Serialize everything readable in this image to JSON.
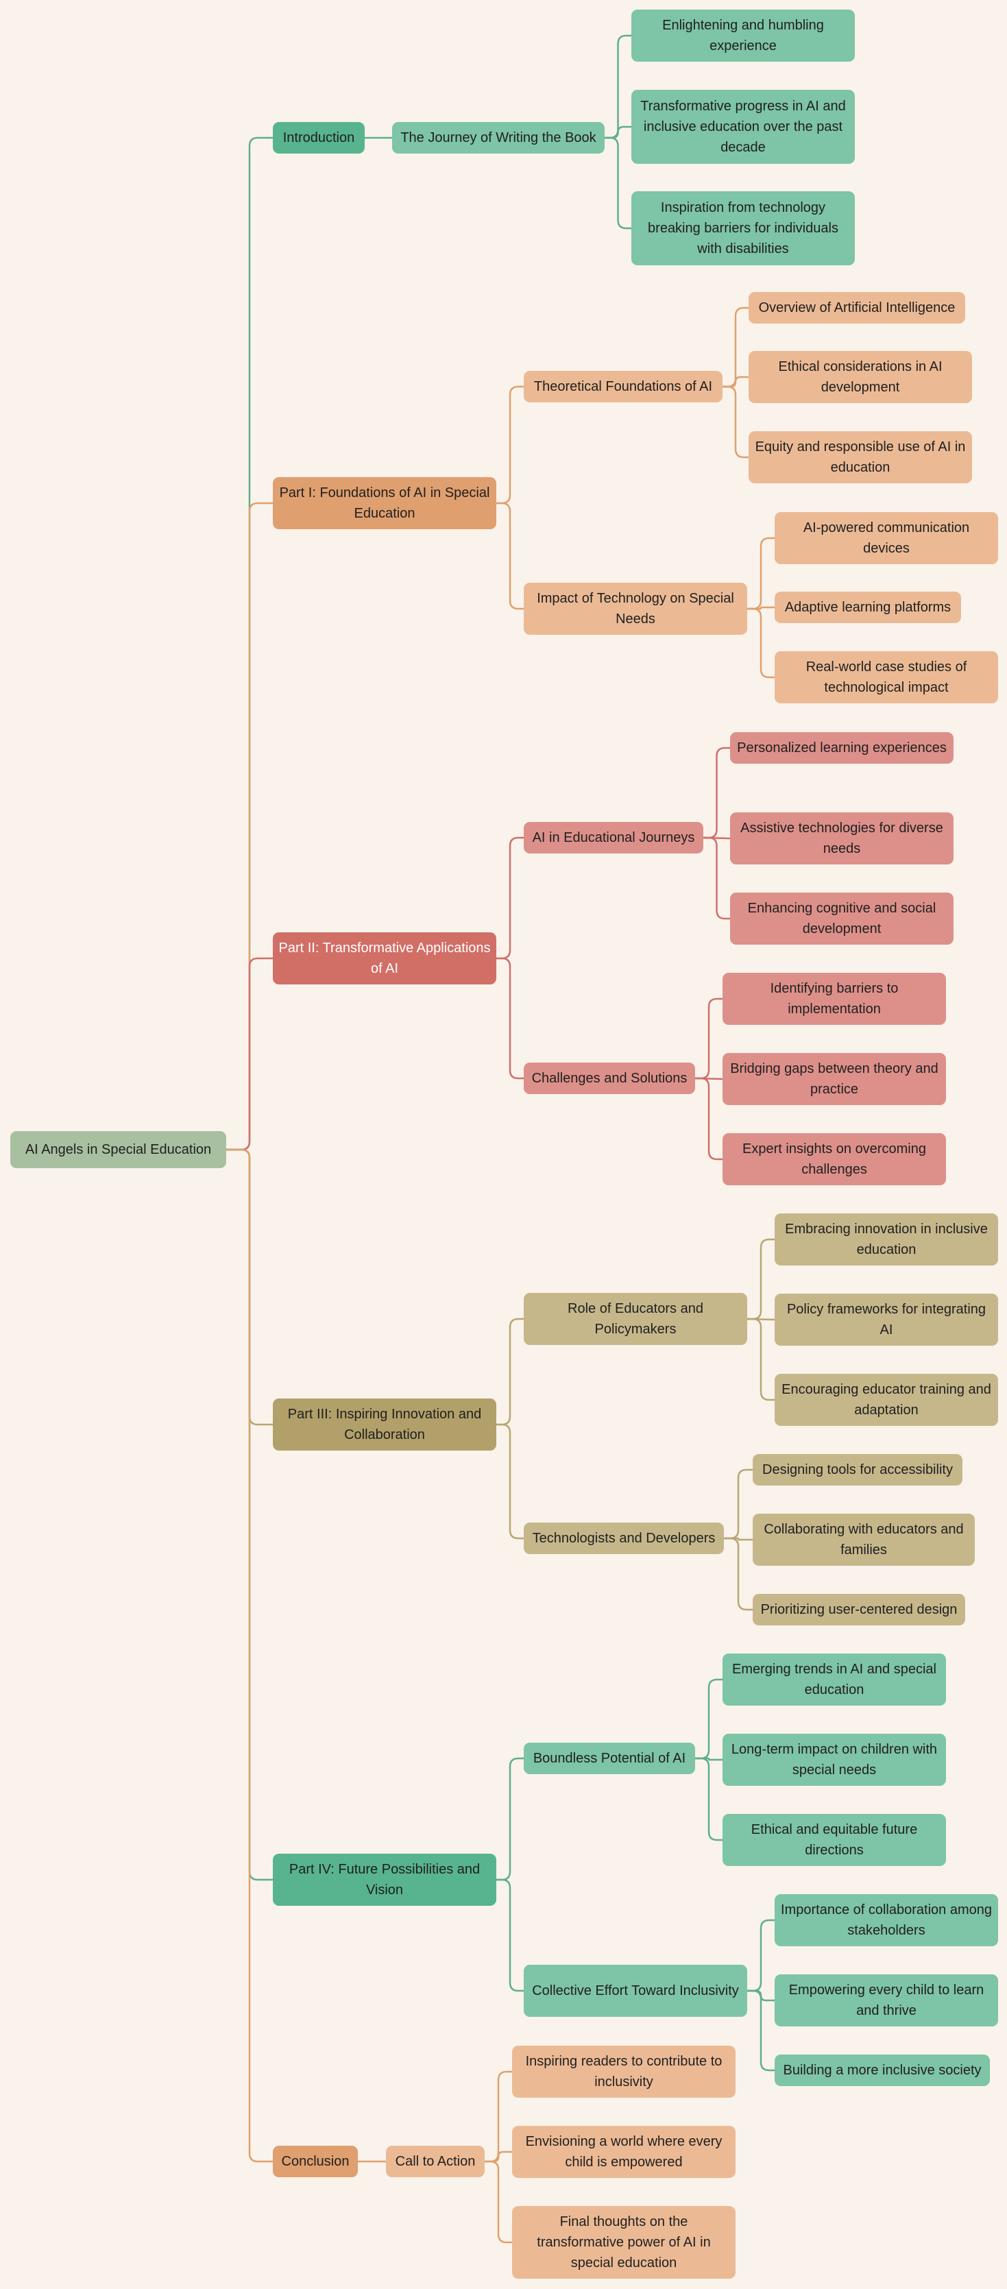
{
  "colors": {
    "background": "#f9f3ec",
    "root": "#a9c0a0",
    "green_main": "#58b48e",
    "green_sub": "#7ec4a6",
    "green_line": "#5fae8a",
    "orange_main": "#df9f6f",
    "orange_sub": "#ebba95",
    "orange_line": "#e0a06c",
    "red_main": "#d16e66",
    "red_sub": "#dd908a",
    "red_line": "#d0706a",
    "olive_main": "#b2a06a",
    "olive_sub": "#c6b78b",
    "olive_line": "#b8a670"
  },
  "mindmap": {
    "root": "AI Angels in Special Education",
    "branches": [
      {
        "label": "Introduction",
        "color": "green",
        "subs": [
          {
            "label": "The Journey of Writing the Book",
            "leaves": [
              "Enlightening and humbling experience",
              "Transformative progress in AI and inclusive education over the past decade",
              "Inspiration from technology breaking barriers for individuals with disabilities"
            ]
          }
        ]
      },
      {
        "label": "Part I: Foundations of AI in Special Education",
        "color": "orange",
        "subs": [
          {
            "label": "Theoretical Foundations of AI",
            "leaves": [
              "Overview of Artificial Intelligence",
              "Ethical considerations in AI development",
              "Equity and responsible use of AI in education"
            ]
          },
          {
            "label": "Impact of Technology on Special Needs",
            "leaves": [
              "AI-powered communication devices",
              "Adaptive learning platforms",
              "Real-world case studies of technological impact"
            ]
          }
        ]
      },
      {
        "label": "Part II: Transformative Applications of AI",
        "color": "red",
        "subs": [
          {
            "label": "AI in Educational Journeys",
            "leaves": [
              "Personalized learning experiences",
              "Assistive technologies for diverse needs",
              "Enhancing cognitive and social development"
            ]
          },
          {
            "label": "Challenges and Solutions",
            "leaves": [
              "Identifying barriers to implementation",
              "Bridging gaps between theory and practice",
              "Expert insights on overcoming challenges"
            ]
          }
        ]
      },
      {
        "label": "Part III: Inspiring Innovation and Collaboration",
        "color": "olive",
        "subs": [
          {
            "label": "Role of Educators and Policymakers",
            "leaves": [
              "Embracing innovation in inclusive education",
              "Policy frameworks for integrating AI",
              "Encouraging educator training and adaptation"
            ]
          },
          {
            "label": "Technologists and Developers",
            "leaves": [
              "Designing tools for accessibility",
              "Collaborating with educators and families",
              "Prioritizing user-centered design"
            ]
          }
        ]
      },
      {
        "label": "Part IV: Future Possibilities and Vision",
        "color": "green",
        "subs": [
          {
            "label": "Boundless Potential of AI",
            "leaves": [
              "Emerging trends in AI and special education",
              "Long-term impact on children with special needs",
              "Ethical and equitable future directions"
            ]
          },
          {
            "label": "Collective Effort Toward Inclusivity",
            "leaves": [
              "Importance of collaboration among stakeholders",
              "Empowering every child to learn and thrive",
              "Building a more inclusive society"
            ]
          }
        ]
      },
      {
        "label": "Conclusion",
        "color": "orange",
        "subs": [
          {
            "label": "Call to Action",
            "leaves": [
              "Inspiring readers to contribute to inclusivity",
              "Envisioning a world where every child is empowered",
              "Final thoughts on the transformative power of AI in special education"
            ]
          }
        ]
      }
    ]
  }
}
